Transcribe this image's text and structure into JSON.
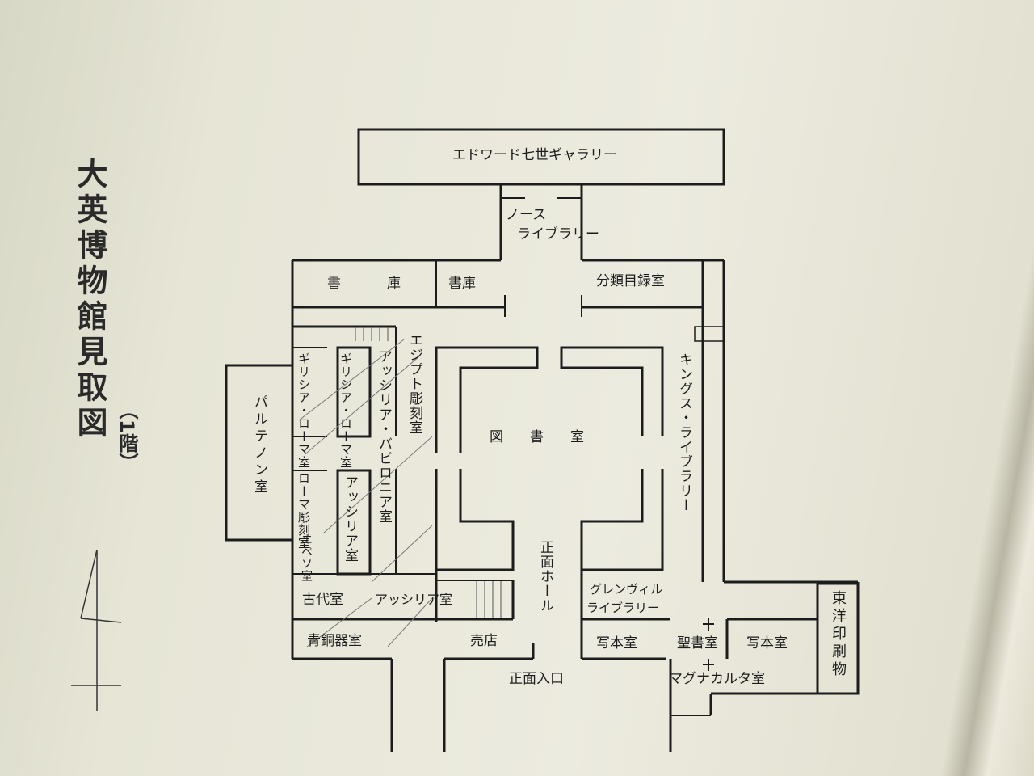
{
  "title": "大英博物館見取図",
  "floor": "（1階）",
  "rooms": {
    "edward": "エドワード七世ギャラリー",
    "north_library": [
      "ノース",
      "ライブラリー"
    ],
    "stacks1": "書　庫",
    "stacks2": "書庫",
    "catalogue": "分類目録室",
    "egypt_sculpture": "エジプト彫刻室",
    "reading_room": "図　書　室",
    "kings_library": "キングス・ライブラリー",
    "parthenon": "パルテノン室",
    "greek_roman_1": "ギリシア・ローマ室",
    "greek_roman_2": "ギリシア・ローマ室",
    "assyria_babylonia": "アッシリア・バビロニア室",
    "roman_sculpture": "ローマ彫刻室",
    "ephesus": "エペソ室",
    "assyria_1": "アッシリア室",
    "ancient": "古代室",
    "assyria_2": "アッシリア室",
    "front_hall": "正面ホール",
    "grenville": [
      "グレンヴィル",
      "ライブラリー"
    ],
    "bronze": "青銅器室",
    "shop": "売店",
    "manuscripts_1": "写本室",
    "bible": "聖書室",
    "manuscripts_2": "写本室",
    "oriental_prints": "東洋印刷物",
    "main_entrance": "正面入口",
    "magna_carta": "マグナカルタ室"
  }
}
